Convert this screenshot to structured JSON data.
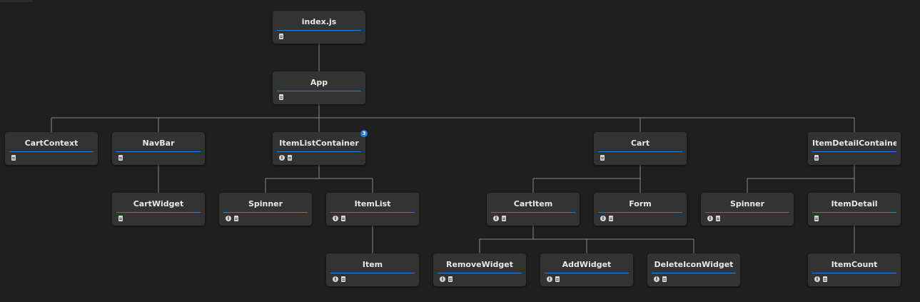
{
  "colors": {
    "background": "#1f1f1f",
    "node_bg": "#333333",
    "accent": "#1e7fe0",
    "edge": "#8a8a8a",
    "text": "#e8e8e8"
  },
  "nodes": [
    {
      "id": "index",
      "label": "index.js",
      "icons": [
        "file-icon"
      ]
    },
    {
      "id": "app",
      "label": "App",
      "icons": [
        "file-icon"
      ]
    },
    {
      "id": "cartcontext",
      "label": "CartContext",
      "icons": [
        "file-icon"
      ]
    },
    {
      "id": "navbar",
      "label": "NavBar",
      "icons": [
        "file-icon"
      ]
    },
    {
      "id": "itemlistcontainer",
      "label": "ItemListContainer",
      "icons": [
        "info-icon",
        "file-icon"
      ],
      "badge": "3"
    },
    {
      "id": "cart",
      "label": "Cart",
      "icons": [
        "file-icon"
      ]
    },
    {
      "id": "itemdetailcontainer",
      "label": "ItemDetailContainer",
      "icons": [
        "file-icon"
      ]
    },
    {
      "id": "cartwidget",
      "label": "CartWidget",
      "icons": [
        "file-icon"
      ]
    },
    {
      "id": "spinner1",
      "label": "Spinner",
      "icons": [
        "info-icon",
        "file-icon"
      ]
    },
    {
      "id": "itemlist",
      "label": "ItemList",
      "icons": [
        "info-icon",
        "file-icon"
      ]
    },
    {
      "id": "cartitem",
      "label": "CartItem",
      "icons": [
        "info-icon",
        "file-icon"
      ]
    },
    {
      "id": "form",
      "label": "Form",
      "icons": [
        "info-icon",
        "file-icon"
      ]
    },
    {
      "id": "spinner2",
      "label": "Spinner",
      "icons": [
        "info-icon",
        "file-icon"
      ]
    },
    {
      "id": "itemdetail",
      "label": "ItemDetail",
      "icons": [
        "file-icon"
      ]
    },
    {
      "id": "item",
      "label": "Item",
      "icons": [
        "info-icon",
        "file-icon"
      ]
    },
    {
      "id": "removewidget",
      "label": "RemoveWidget",
      "icons": [
        "info-icon",
        "file-icon"
      ]
    },
    {
      "id": "addwidget",
      "label": "AddWidget",
      "icons": [
        "info-icon",
        "file-icon"
      ]
    },
    {
      "id": "deleteiconwidget",
      "label": "DeleteIconWidget",
      "icons": [
        "info-icon",
        "file-icon"
      ]
    },
    {
      "id": "itemcount",
      "label": "ItemCount",
      "icons": [
        "info-icon",
        "file-icon"
      ]
    }
  ],
  "edges": [
    {
      "from": "index",
      "to": "app"
    },
    {
      "from": "app",
      "to": "cartcontext"
    },
    {
      "from": "app",
      "to": "navbar"
    },
    {
      "from": "app",
      "to": "itemlistcontainer"
    },
    {
      "from": "app",
      "to": "cart"
    },
    {
      "from": "app",
      "to": "itemdetailcontainer"
    },
    {
      "from": "navbar",
      "to": "cartwidget"
    },
    {
      "from": "itemlistcontainer",
      "to": "spinner1"
    },
    {
      "from": "itemlistcontainer",
      "to": "itemlist"
    },
    {
      "from": "itemlist",
      "to": "item"
    },
    {
      "from": "cart",
      "to": "cartitem"
    },
    {
      "from": "cart",
      "to": "form"
    },
    {
      "from": "cartitem",
      "to": "removewidget"
    },
    {
      "from": "cartitem",
      "to": "addwidget"
    },
    {
      "from": "cartitem",
      "to": "deleteiconwidget"
    },
    {
      "from": "itemdetailcontainer",
      "to": "spinner2"
    },
    {
      "from": "itemdetailcontainer",
      "to": "itemdetail"
    },
    {
      "from": "itemdetail",
      "to": "itemcount"
    }
  ]
}
